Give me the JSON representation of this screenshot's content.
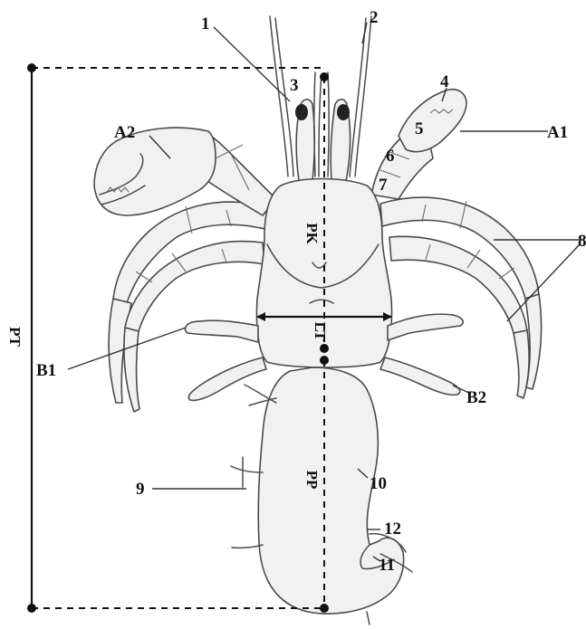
{
  "labels": {
    "n1": "1",
    "n2": "2",
    "n3": "3",
    "n4": "4",
    "n5": "5",
    "n6": "6",
    "n7": "7",
    "n8": "8",
    "n9": "9",
    "n10": "10",
    "n11": "11",
    "n12": "12",
    "a1": "A1",
    "a2": "A2",
    "b1": "B1",
    "b2": "B2"
  },
  "measurements": {
    "pt": "PT",
    "pk": "PK",
    "lt": "LT",
    "pp": "PP"
  }
}
